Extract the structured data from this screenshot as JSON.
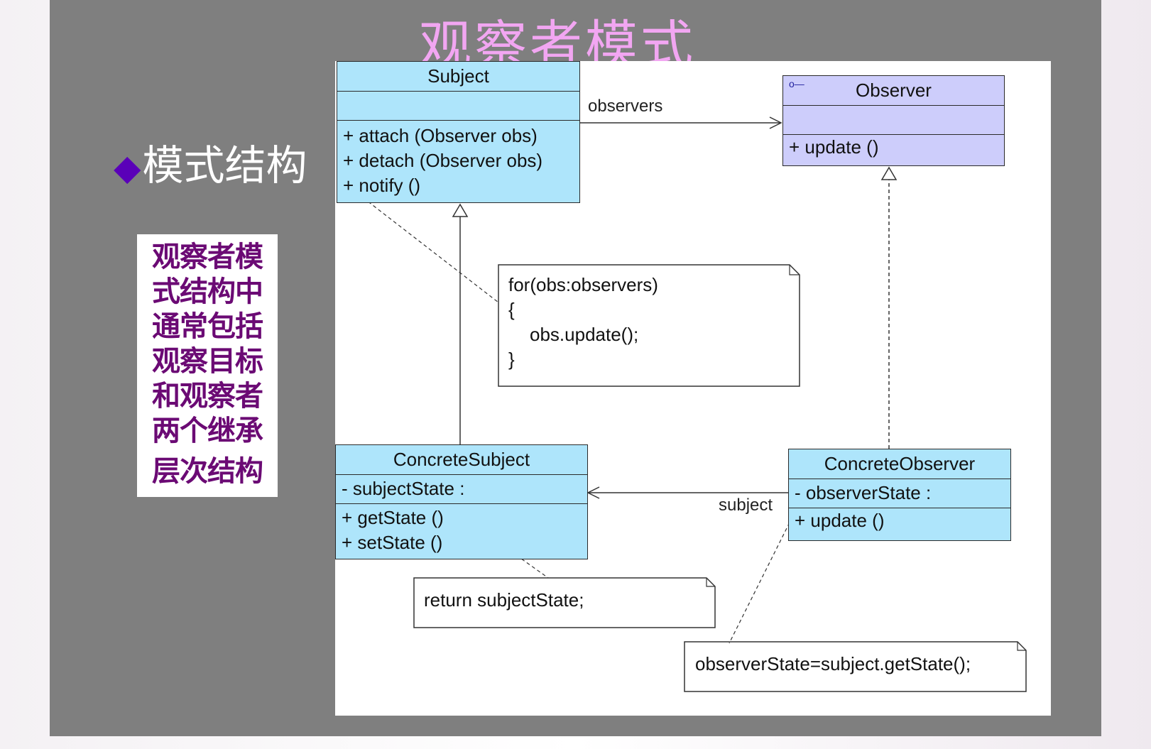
{
  "slide": {
    "title": "观察者模式",
    "bullet": "模式结构",
    "callout_lines": [
      "观察者模",
      "式结构中",
      "通常包括",
      "观察目标",
      "和观察者",
      "两个继承",
      "层次结构"
    ]
  },
  "diagram": {
    "subject": {
      "name": "Subject",
      "operations": [
        "+  attach (Observer obs)",
        "+  detach (Observer obs)",
        "+  notify ()"
      ]
    },
    "observer": {
      "name": "Observer",
      "operations": [
        "+  update ()"
      ]
    },
    "concrete_subject": {
      "name": "ConcreteSubject",
      "attributes": [
        "-  subjectState  :"
      ],
      "operations": [
        "+  getState ()",
        "+  setState ()"
      ]
    },
    "concrete_observer": {
      "name": "ConcreteObserver",
      "attributes": [
        "-  observerState  :"
      ],
      "operations": [
        "+  update ()"
      ]
    },
    "labels": {
      "observers": "observers",
      "subject": "subject"
    },
    "notes": {
      "notify": [
        "for(obs:observers)",
        "{",
        "obs.update();",
        "}"
      ],
      "get_state": "return subjectState;",
      "update": "observerState=subject.getState();"
    }
  },
  "colors": {
    "slide_background": "#7f7f7f",
    "title": "#f2a6f2",
    "callout_text": "#6b0a74",
    "class_blue": "#aee5fb",
    "class_purple": "#cdcdfb"
  }
}
